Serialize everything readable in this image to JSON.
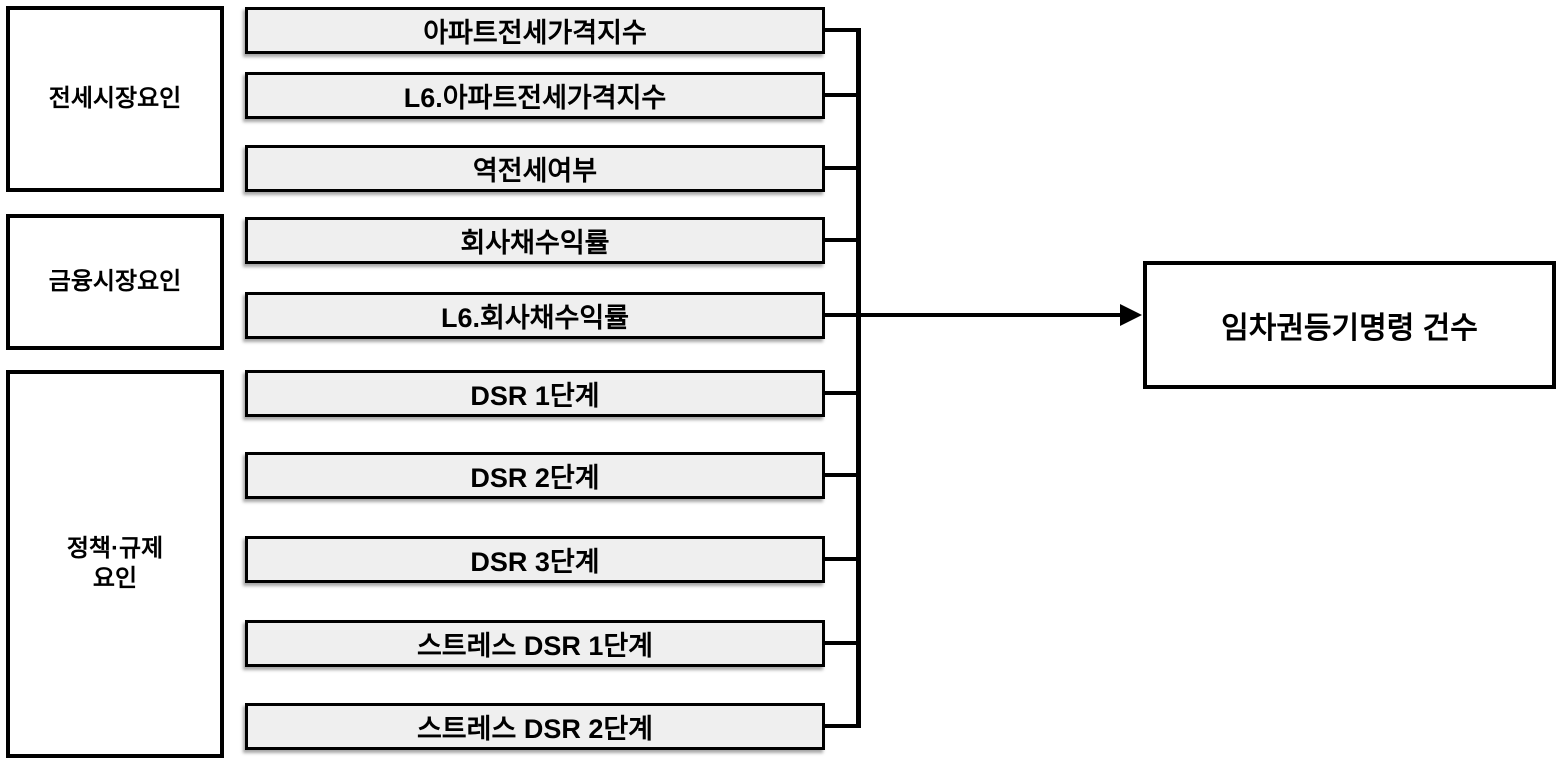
{
  "diagram": {
    "type": "path-model",
    "colors": {
      "background": "#ffffff",
      "box_border": "#000000",
      "variable_fill": "#efefef",
      "group_fill": "#ffffff",
      "outcome_fill": "#ffffff",
      "connector": "#000000"
    },
    "factor_groups": [
      {
        "label": "전세시장요인"
      },
      {
        "label": "금융시장요인"
      },
      {
        "label": "정책·규제\n요인"
      }
    ],
    "variables": [
      {
        "label": "아파트전세가격지수"
      },
      {
        "label": "L6.아파트전세가격지수"
      },
      {
        "label": "역전세여부"
      },
      {
        "label": "회사채수익률"
      },
      {
        "label": "L6.회사채수익률"
      },
      {
        "label": "DSR 1단계"
      },
      {
        "label": "DSR 2단계"
      },
      {
        "label": "DSR 3단계"
      },
      {
        "label": "스트레스 DSR 1단계"
      },
      {
        "label": "스트레스 DSR 2단계"
      }
    ],
    "outcome": {
      "label": "임차권등기명령 건수"
    }
  }
}
